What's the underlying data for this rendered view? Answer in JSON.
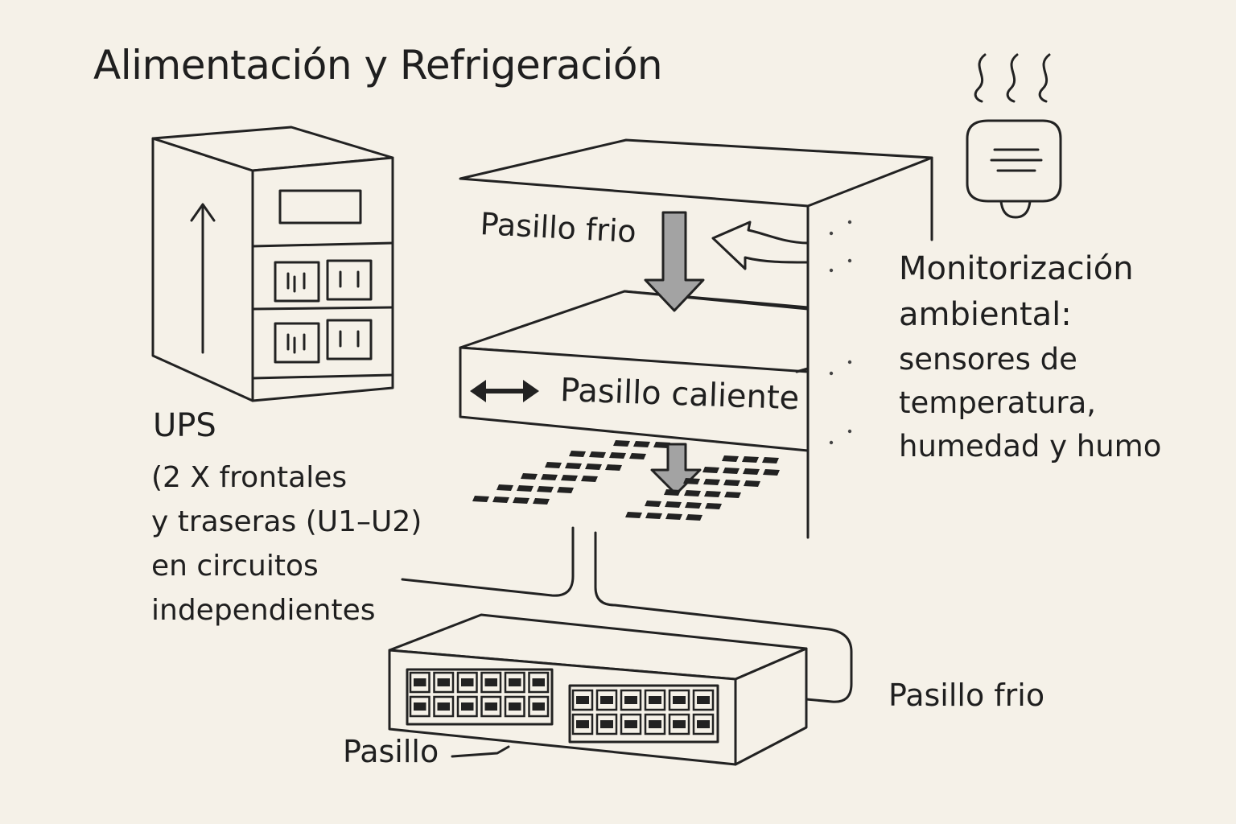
{
  "title": "Alimentación y Refrigeración",
  "ups": {
    "label": "UPS",
    "description": [
      "(2 X frontales",
      "y traseras (U1–U2)",
      "en circuitos",
      "independientes"
    ]
  },
  "cold_aisle_top": "Pasillo frio",
  "hot_aisle": "Pasillo caliente",
  "monitoring": {
    "title": [
      "Monitorización",
      "ambiental:"
    ],
    "details": [
      "sensores de",
      "temperatura,",
      "humedad y humo"
    ]
  },
  "cold_aisle_bottom": "Pasillo frio",
  "aisle": "Pasillo",
  "icons": [
    "ups-cabinet-icon",
    "server-rack-icon",
    "network-switch-icon",
    "environmental-sensor-icon",
    "heat-waves-icon",
    "down-arrow-icon",
    "double-arrow-icon",
    "curved-arrow-icon"
  ],
  "colors": {
    "background": "#f5f1e8",
    "line": "#222222",
    "arrow_fill": "#a3a3a3"
  }
}
